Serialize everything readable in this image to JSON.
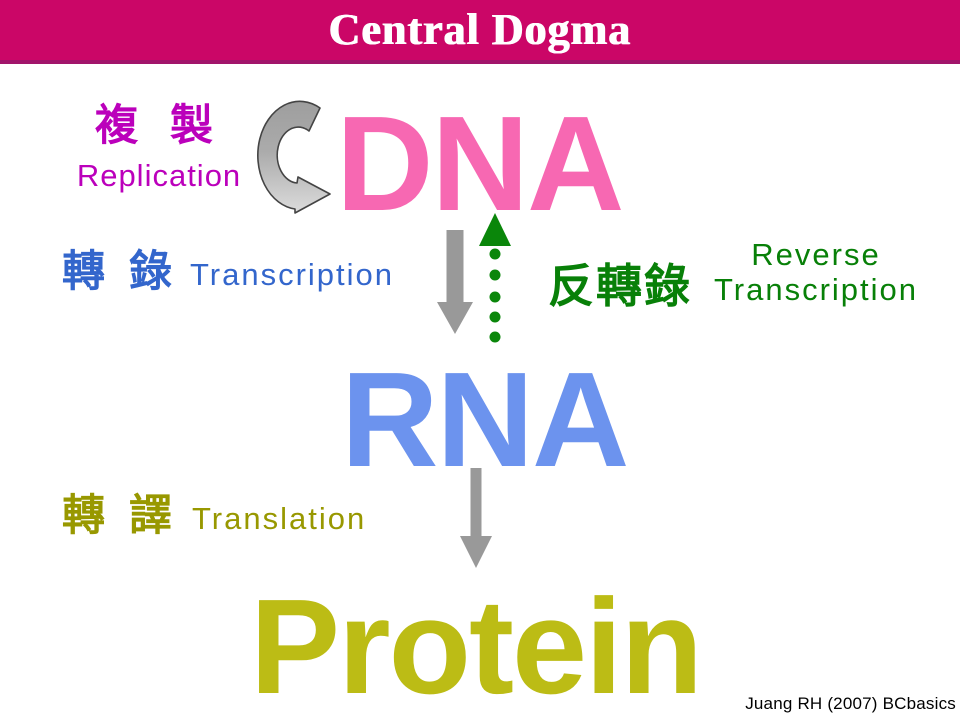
{
  "slide": {
    "title": "Central Dogma",
    "credit": "Juang RH (2007) BCbasics",
    "colors": {
      "banner_bg": "#CB0667",
      "banner_edge": "#A1156B",
      "banner_text": "#FFFFFF",
      "replication": "#BB00BB",
      "transcription": "#3366CC",
      "reverse_transcription": "#088008",
      "translation": "#989800",
      "dna": "#F768B2",
      "rna": "#6C93EE",
      "protein": "#BCBC15",
      "arrow_gray": "#999999",
      "arrow_green": "#0A860A",
      "curved_arrow_dark": "#9E9E9E",
      "curved_arrow_light": "#DCDCDC",
      "curved_arrow_outline": "#444444"
    }
  },
  "nodes": {
    "dna": {
      "label": "DNA"
    },
    "rna": {
      "label": "RNA"
    },
    "protein": {
      "label": "Protein"
    }
  },
  "processes": {
    "replication": {
      "zh": "複 製",
      "en": "Replication"
    },
    "transcription": {
      "zh": "轉 錄",
      "en": "Transcription"
    },
    "reverse_transcription": {
      "zh": "反轉錄",
      "en_line1": "Reverse",
      "en_line2": "Transcription"
    },
    "translation": {
      "zh": "轉 譯",
      "en": "Translation"
    }
  },
  "icons": {
    "circular_arrow": "circular-replication-arrow",
    "transcription_arrow": "gray-down-arrow",
    "reverse_transcription_arrow": "green-dotted-up-arrow",
    "translation_arrow": "gray-down-arrow"
  }
}
